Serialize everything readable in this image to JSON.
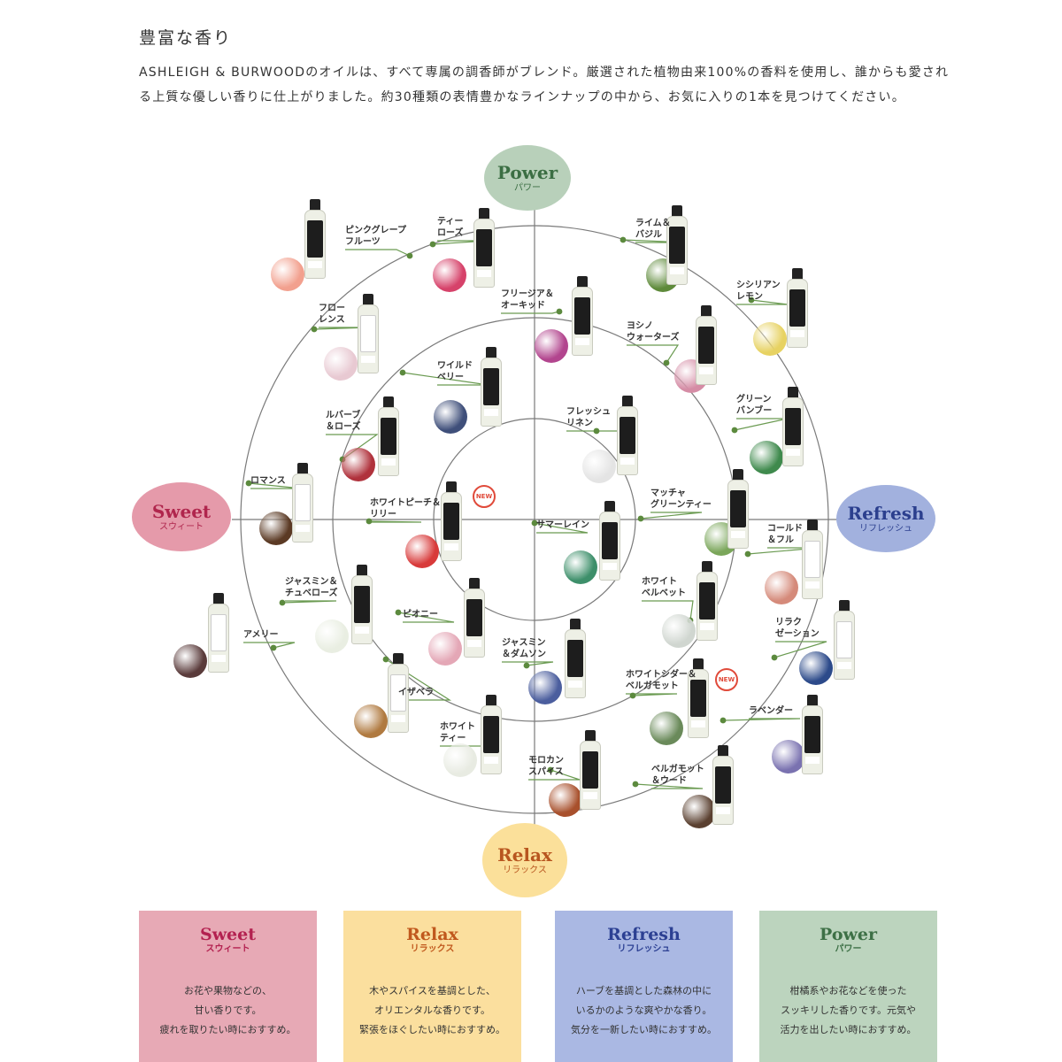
{
  "heading": "豊富な香り",
  "intro": "ASHLEIGH & BURWOODのオイルは、すべて専属の調香師がブレンド。厳選された植物由来100%の香料を使用し、誰からも愛される上質な優しい香りに仕上がりました。約30種類の表情豊かなラインナップの中から、お気に入りの1本を見つけてください。",
  "axes": {
    "power": {
      "en": "Power",
      "jp": "パワー",
      "color": "#b8d0ba"
    },
    "sweet": {
      "en": "Sweet",
      "jp": "スウィート",
      "color": "#e59aaa"
    },
    "refresh": {
      "en": "Refresh",
      "jp": "リフレッシュ",
      "color": "#a2b1de"
    },
    "relax": {
      "en": "Relax",
      "jp": "リラックス",
      "color": "#fbe09a"
    }
  },
  "new_badge": "NEW",
  "fragrances": [
    {
      "name": "ピンクグレープ\nフルーツ",
      "thumb": "#f2a08e"
    },
    {
      "name": "ティー\nローズ",
      "thumb": "#d6426a"
    },
    {
      "name": "ライム＆\nバジル",
      "thumb": "#5e8a3a"
    },
    {
      "name": "シシリアン\nレモン",
      "thumb": "#e7d262"
    },
    {
      "name": "フロー\nレンス",
      "thumb": "#e8c9d2"
    },
    {
      "name": "フリージア＆\nオーキッド",
      "thumb": "#b2458e"
    },
    {
      "name": "ヨシノ\nウォーターズ",
      "thumb": "#d58ca5"
    },
    {
      "name": "ワイルド\nベリー",
      "thumb": "#3f4f7a"
    },
    {
      "name": "グリーン\nバンブー",
      "thumb": "#3f8a4d"
    },
    {
      "name": "ルバーブ\n＆ローズ",
      "thumb": "#b0323c"
    },
    {
      "name": "フレッシュ\nリネン",
      "thumb": "#e4e4e4"
    },
    {
      "name": "ロマンス",
      "thumb": "#5b3a24"
    },
    {
      "name": "ホワイトピーチ＆\nリリー",
      "thumb": "#d83a3a"
    },
    {
      "name": "マッチャ\nグリーンティー",
      "thumb": "#7aa65a"
    },
    {
      "name": "サマーレイン",
      "thumb": "#3d8f6a"
    },
    {
      "name": "コールド\n＆フル",
      "thumb": "#d58a7a"
    },
    {
      "name": "ジャスミン＆\nチュベローズ",
      "thumb": "#e9eee2"
    },
    {
      "name": "ピオニー",
      "thumb": "#e4a7b6"
    },
    {
      "name": "ホワイト\nベルベット",
      "thumb": "#d0d6d0"
    },
    {
      "name": "リラク\nゼーション",
      "thumb": "#2c4a8a"
    },
    {
      "name": "アメリー",
      "thumb": "#5a3b3b"
    },
    {
      "name": "ジャスミン\n＆ダムソン",
      "thumb": "#4b5e9e"
    },
    {
      "name": "ホワイトシダー＆\nベルガモット",
      "thumb": "#6a8a5a"
    },
    {
      "name": "イザベラ",
      "thumb": "#b07a40"
    },
    {
      "name": "ラベンダー",
      "thumb": "#7a72b0"
    },
    {
      "name": "ホワイト\nティー",
      "thumb": "#e8ebe2"
    },
    {
      "name": "モロカン\nスパイス",
      "thumb": "#a8502c"
    },
    {
      "name": "ベルガモット\n＆ウード",
      "thumb": "#5a4030"
    }
  ],
  "categories": [
    {
      "en": "Sweet",
      "jp": "スウィート",
      "desc": [
        "お花や果物などの、",
        "甘い香りです。",
        "疲れを取りたい時におすすめ。"
      ],
      "color": "#e7a9b5"
    },
    {
      "en": "Relax",
      "jp": "リラックス",
      "desc": [
        "木やスパイスを基調とした、",
        "オリエンタルな香りです。",
        "緊張をほぐしたい時におすすめ。"
      ],
      "color": "#fbdf9e"
    },
    {
      "en": "Refresh",
      "jp": "リフレッシュ",
      "desc": [
        "ハーブを基調とした森林の中に",
        "いるかのような爽やかな香り。",
        "気分を一新したい時におすすめ。"
      ],
      "color": "#aab8e3"
    },
    {
      "en": "Power",
      "jp": "パワー",
      "desc": [
        "柑橘系やお花などを使った",
        "スッキリした香りです。元気や",
        "活力を出したい時におすすめ。"
      ],
      "color": "#bcd4be"
    }
  ]
}
